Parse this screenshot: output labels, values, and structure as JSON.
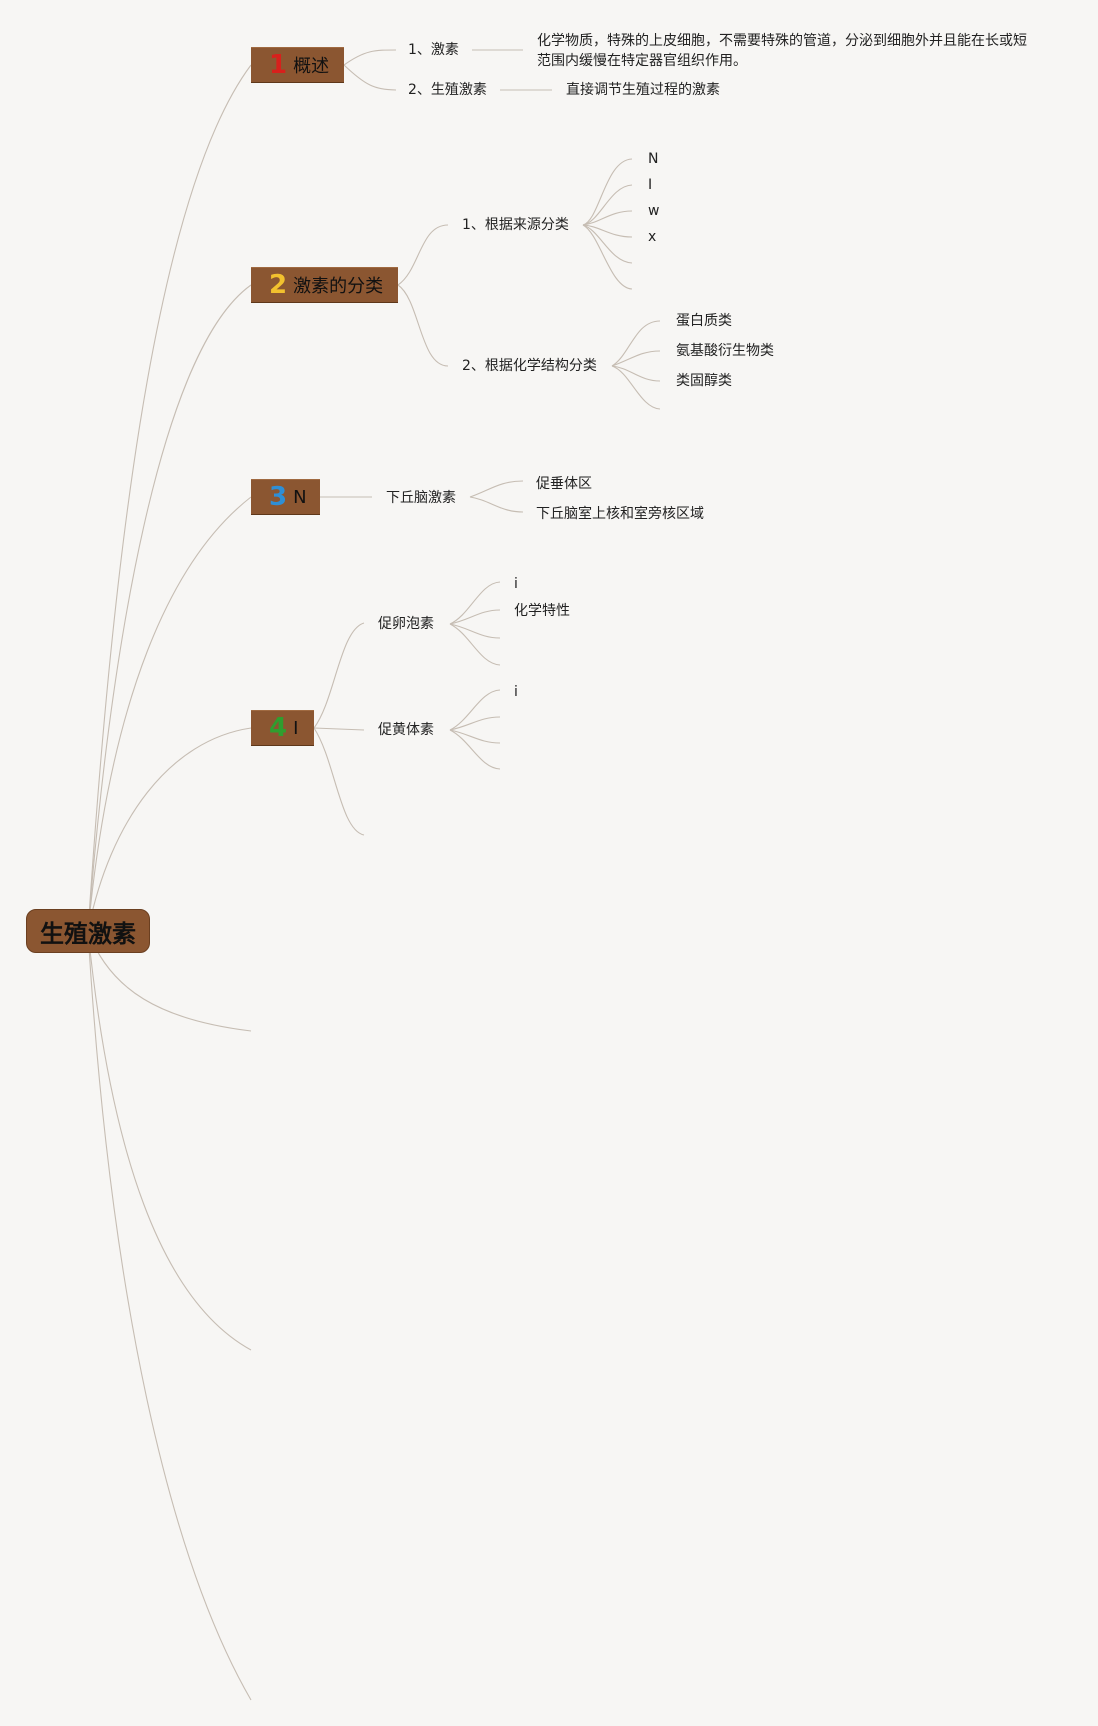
{
  "root": {
    "label": "生殖激素"
  },
  "branches": [
    {
      "number": "1",
      "number_color": "#d8201c",
      "label": "概述",
      "items": [
        {
          "label": "1、激素",
          "detail": "化学物质，特殊的上皮细胞，不需要特殊的管道，分泌到细胞外并且能在长或短范围内缓慢在特定器官组织作用。"
        },
        {
          "label": "2、生殖激素",
          "detail": "直接调节生殖过程的激素"
        }
      ]
    },
    {
      "number": "2",
      "number_color": "#f2c12e",
      "label": "激素的分类",
      "items": [
        {
          "label": "1、根据来源分类",
          "children": [
            "N",
            "I",
            "w",
            "x"
          ]
        },
        {
          "label": "2、根据化学结构分类",
          "children": [
            "蛋白质类",
            "氨基酸衍生物类",
            "类固醇类"
          ]
        }
      ]
    },
    {
      "number": "3",
      "number_color": "#2e8fd6",
      "label": "N",
      "items": [
        {
          "label": "下丘脑激素",
          "children": [
            "促垂体区",
            "下丘脑室上核和室旁核区域"
          ]
        }
      ]
    },
    {
      "number": "4",
      "number_color": "#2f9e2f",
      "label": "I",
      "items": [
        {
          "label": "促卵泡素",
          "children": [
            "i",
            "化学特性"
          ]
        },
        {
          "label": "促黄体素",
          "children": [
            "i"
          ]
        }
      ]
    }
  ],
  "colors": {
    "node_fill": "#8b5631",
    "link": "#c6bdb3",
    "background": "#f7f6f4"
  }
}
